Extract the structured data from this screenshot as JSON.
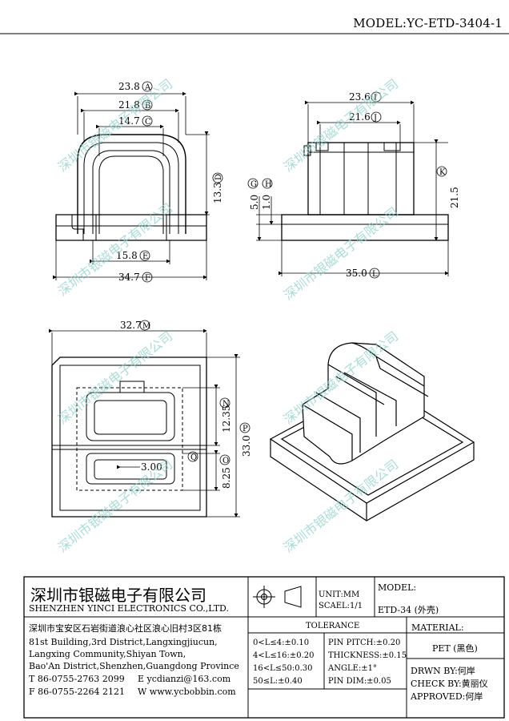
{
  "model_title": "MODEL:YC-ETD-3404-1",
  "watermark": "深圳市银磁电子有限公司",
  "dimensions": {
    "front": [
      {
        "value": "23.8",
        "tag": "A"
      },
      {
        "value": "21.8",
        "tag": "B"
      },
      {
        "value": "14.7",
        "tag": "C"
      },
      {
        "value": "13.3",
        "tag": "D"
      },
      {
        "value": "15.8",
        "tag": "E"
      },
      {
        "value": "34.7",
        "tag": "F"
      }
    ],
    "side": [
      {
        "value": "5.0",
        "tag": "G"
      },
      {
        "value": "1.0",
        "tag": "H"
      },
      {
        "value": "23.6",
        "tag": "I"
      },
      {
        "value": "21.6",
        "tag": "J"
      },
      {
        "value": "21.5",
        "tag": "K"
      },
      {
        "value": "35.0",
        "tag": "L"
      }
    ],
    "top": [
      {
        "value": "32.7",
        "tag": "M"
      },
      {
        "value": "12.35",
        "tag": "N"
      },
      {
        "value": "33.0",
        "tag": "P"
      },
      {
        "value": "3.00",
        "tag": ""
      },
      {
        "value": "8.25",
        "tag": "O"
      },
      {
        "value": "",
        "tag": "Q"
      }
    ]
  },
  "title_block": {
    "company_cn": "深圳市银磁电子有限公司",
    "company_en": "SHENZHEN YINCI ELECTRONICS CO.,LTD.",
    "unit": "UNIT:MM",
    "scale": "SCAEL:1/1",
    "model_label": "MODEL:",
    "model_value": "ETD-34 (外壳)",
    "address_cn": "深圳市宝安区石岩街道浪心社区浪心旧村3区81栋",
    "address_en": [
      "81st Building,3rd District,Langxingjiucun,",
      "Langxing Community,Shiyan Town,",
      "Bao'An District,Shenzhen,Guangdong Province"
    ],
    "tel": "T 86-0755-2763 2099",
    "email": "E ycdianzi@163.com",
    "fax": "F 86-0755-2264 2121",
    "web": "W www.ycbobbin.com",
    "tolerance_title": "TOLERANCE",
    "tolerance_rows": [
      "0<L≤4:±0.10",
      "4<L≤16:±0.20",
      "16<L≤50:0.30",
      "50≤L:±0.40"
    ],
    "tolerance_right": [
      "PIN PITCH:±0.20",
      "THICKNESS:±0.15",
      "ANGLE:±1°",
      "PIN DIM:±0.05"
    ],
    "material_label": "MATERIAL:",
    "material_value": "PET (黑色)",
    "drawn_by": "DRWN BY:何岸",
    "check_by": "CHECK BY:黄丽仪",
    "approved": "APPROVED:何岸"
  }
}
